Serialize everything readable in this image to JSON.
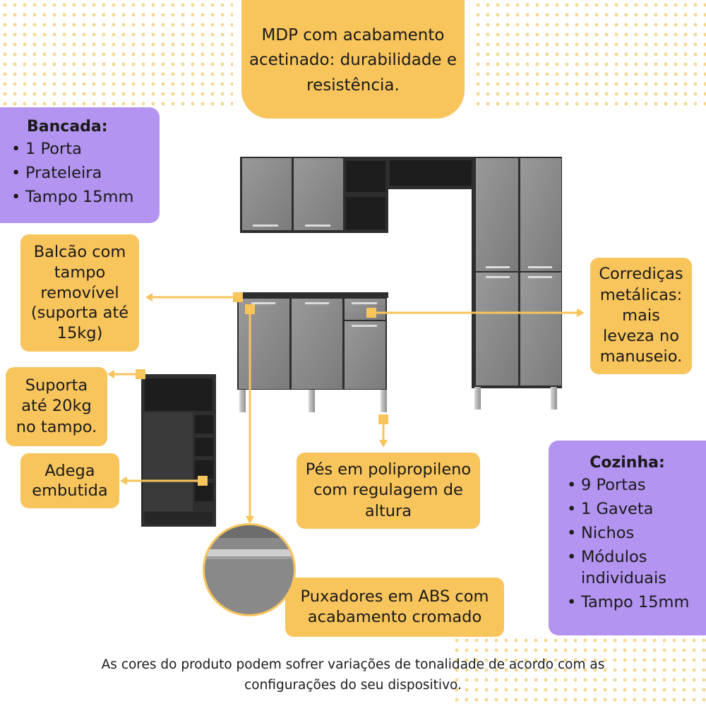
{
  "colors": {
    "yellow": "#f8c45c",
    "purple": "#b394f0",
    "cabinet_gray": "#8b8a8a",
    "cabinet_dark": "#2e2e2f",
    "text": "#1a1a1a"
  },
  "top_note": {
    "text": "MDP com acabamento acetinado: durabilidade e resistência."
  },
  "bancada": {
    "title": "Bancada:",
    "items": [
      "1 Porta",
      "Prateleira",
      "Tampo 15mm"
    ]
  },
  "cozinha": {
    "title": "Cozinha:",
    "items": [
      "9 Portas",
      "1 Gaveta",
      "Nichos",
      "Módulos individuais",
      "Tampo 15mm"
    ]
  },
  "callouts": {
    "balcao": "Balcão com tampo removível (suporta até 15kg)",
    "corredicas": "Corrediças metálicas: mais leveza no manuseio.",
    "suporta": "Suporta até 20kg no tampo.",
    "adega": "Adega embutida",
    "pes": "Pés em polipropileno com regulagem de altura",
    "puxadores": "Puxadores em ABS com acabamento cromado"
  },
  "footer": {
    "line1": "As cores do produto podem sofrer variações de tonalidade de acordo com as",
    "line2": "configurações do seu dispositivo."
  }
}
